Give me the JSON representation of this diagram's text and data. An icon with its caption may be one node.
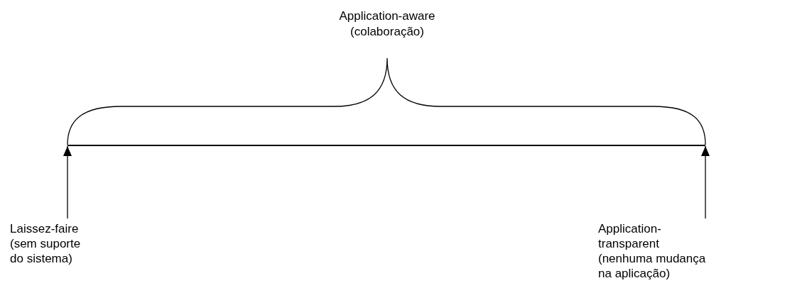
{
  "diagram": {
    "nodes": [
      {
        "text": [
          "Laissez-faire",
          "(sem suporte do sistema)"
        ]
      },
      {
        "text": [
          "Application-transparent",
          "(nenhuma mudança na aplicação)"
        ]
      },
      {
        "text": [],
        "shape": "bar"
      }
    ],
    "edges": [
      {
        "from": 0,
        "to": 2,
        "arrow": "to"
      },
      {
        "from": 1,
        "to": 2,
        "arrow": "to"
      }
    ],
    "labels": [
      "Application-aware (colaboração)"
    ]
  }
}
